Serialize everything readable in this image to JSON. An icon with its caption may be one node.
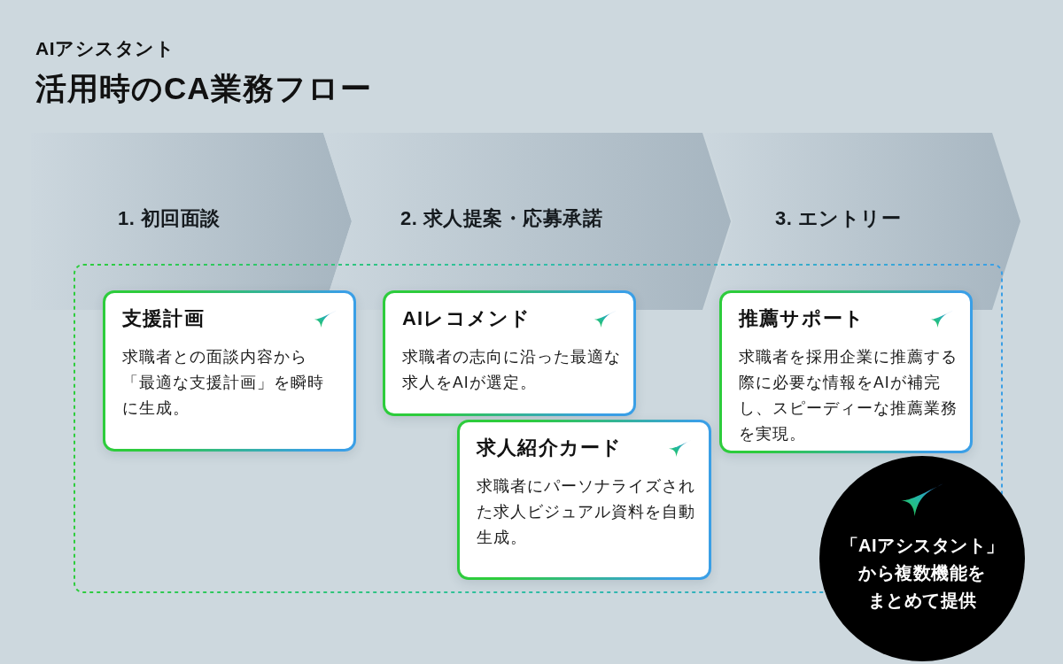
{
  "diagram": {
    "title": "活用時のCA業務フロー",
    "nodes": [
      {
        "text": [
          "1. 初回面談"
        ]
      },
      {
        "text": [
          "2. 求人提案・応募承諾"
        ]
      },
      {
        "text": [
          "3. エントリー"
        ]
      },
      {
        "text": [],
        "shape": "box"
      },
      {
        "text": [
          "支援計画",
          "求職者との面談内容から「最適な支援計画」を瞬時に生成。"
        ],
        "in": 3
      },
      {
        "text": [
          "AIレコメンド",
          "求職者の志向に沿った最適な求人をAIが選定。"
        ],
        "in": 3
      },
      {
        "text": [
          "求人紹介カード",
          "求職者にパーソナライズされた求人ビジュアル資料を自動生成。"
        ],
        "in": 3
      },
      {
        "text": [
          "推薦サポート",
          "求職者を採用企業に推薦する際に必要な情報をAIが補完し、スピーディーな推薦業務を実現。"
        ],
        "in": 3
      },
      {
        "text": [
          "「AIアシスタント」から複数機能をまとめて提供"
        ]
      }
    ],
    "labels": [
      "AIアシスタント"
    ]
  }
}
